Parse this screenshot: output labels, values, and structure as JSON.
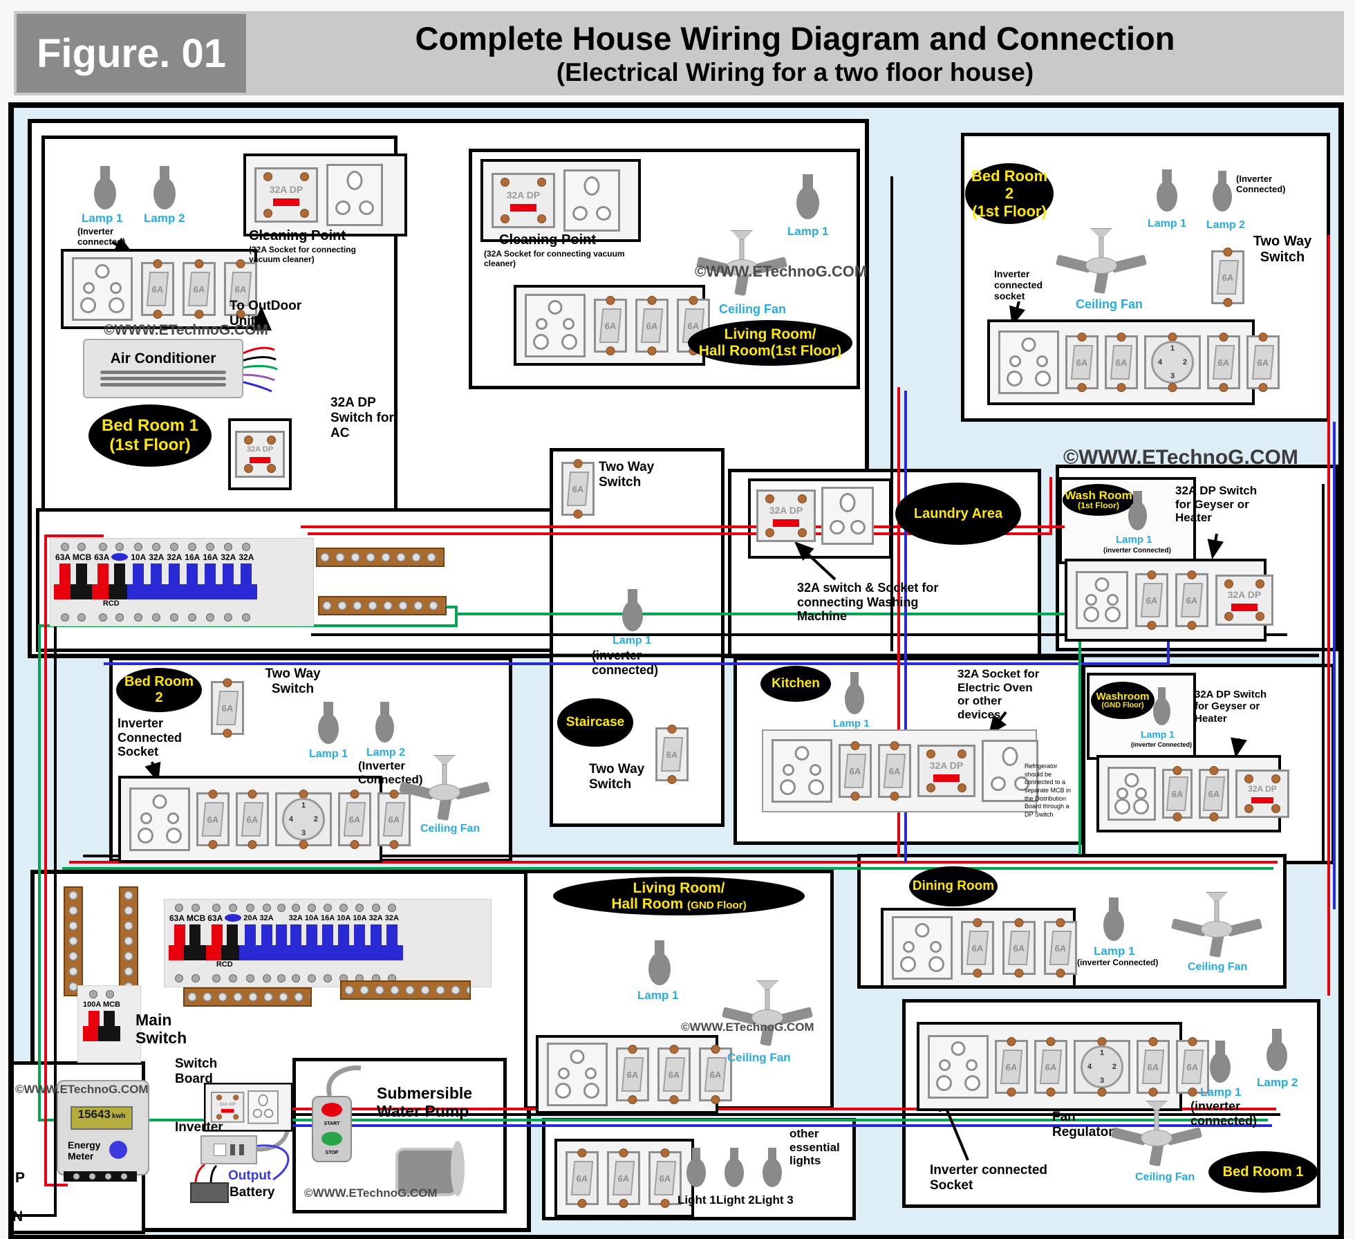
{
  "title": {
    "figure": "Figure. 01",
    "main": "Complete House Wiring Diagram and Connection",
    "sub": "(Electrical Wiring for a two floor house)"
  },
  "watermark": "©WWW.ETechnoG.COM",
  "shared": {
    "amp6": "6A",
    "dp32": "32A DP",
    "lamp1": "Lamp 1",
    "lamp2": "Lamp 2",
    "ceiling_fan": "Ceiling Fan",
    "two_way_switch": "Two Way Switch",
    "cleaning_point": "Cleaning Point",
    "cleaning_note": "(32A Socket for connecting vacuum cleaner)",
    "geyser_note": "32A DP Switch for Geyser or Heater",
    "inv_2l": "(Inverter connected)",
    "inv_uc": "(Inverter Connected)",
    "inv_mc": "(inverter Connected)",
    "inv_lc": "(inverter connected)"
  },
  "db_first": {
    "rcd": "RCD",
    "breakers": [
      "63A MCB",
      "63A",
      "10A",
      "32A",
      "32A",
      "16A",
      "16A",
      "32A",
      "32A"
    ]
  },
  "db_ground": {
    "rcd": "RCD",
    "breakers": [
      "63A MCB",
      "63A",
      "20A",
      "32A",
      "",
      "32A",
      "10A",
      "16A",
      "10A",
      "10A",
      "32A",
      "32A"
    ]
  },
  "bedroom1_f1": {
    "name": "Bed Room 1",
    "floor": "(1st Floor)",
    "ac": "Air Conditioner",
    "to_outdoor": "To OutDoor Unit",
    "ac_switch": "32A DP Switch for AC"
  },
  "living_f1": {
    "name": "Living Room/",
    "name2": "Hall Room(1st Floor)"
  },
  "bedroom2_f1": {
    "name": "Bed Room 2",
    "floor": "(1st Floor)",
    "inv_socket": "Inverter connected socket"
  },
  "washroom_f1": {
    "name": "Wash Room",
    "floor": "(1st Floor)"
  },
  "staircase": {
    "name": "Staircase"
  },
  "laundry": {
    "name": "Laundry Area",
    "note": "32A switch & Socket for connecting Washing Machine"
  },
  "kitchen": {
    "name": "Kitchen",
    "oven_note": "32A Socket for Electric Oven or other devices",
    "fridge_note": "Refrigerator should be connected to a separate MCB in the Distribution Board through a DP Switch"
  },
  "washroom_gnd": {
    "name": "Washroom",
    "floor": "(GND Floor)"
  },
  "bedroom2_gnd": {
    "name": "Bed Room 2",
    "inv_socket": "Inverter Connected Socket"
  },
  "living_gnd": {
    "name": "Living Room/",
    "name2": "Hall Room",
    "floor": "(GND Floor)"
  },
  "dining": {
    "name": "Dining Room"
  },
  "bedroom1_gnd": {
    "name": "Bed Room 1",
    "fan_reg": "Fan Regulator",
    "inv_socket": "Inverter connected Socket"
  },
  "power": {
    "main_mcb": "100A MCB",
    "main_switch": "Main Switch",
    "switch_board": "Switch Board",
    "energy_meter": "Energy Meter",
    "meter_reading": "15643",
    "meter_unit": "kwh",
    "inverter": "Inverter",
    "output": "Output",
    "battery": "Battery",
    "phase": "P",
    "neutral": "N"
  },
  "pump": {
    "title": "Submersible Water Pump",
    "start": "START",
    "stop": "STOP"
  },
  "lights": {
    "note": "other essential lights",
    "items": [
      "Light 1",
      "Light 2",
      "Light 3"
    ]
  }
}
